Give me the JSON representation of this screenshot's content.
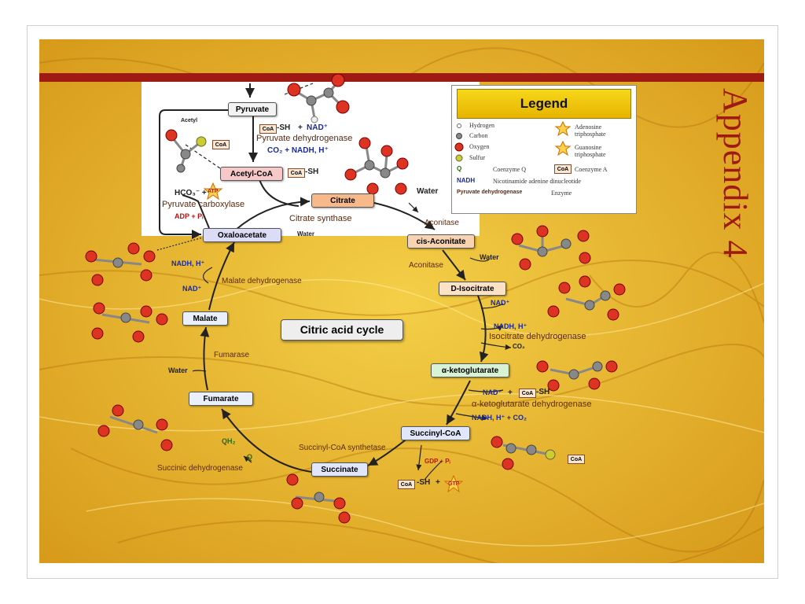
{
  "slide": {
    "title": "Appendix 4"
  },
  "colors": {
    "accent": "#a01a14",
    "background_texture": "#eab82a",
    "legend_title_bg": "#f0c81a"
  },
  "diagram": {
    "center_title": "Citric acid cycle",
    "acetyl_label": "Acetyl",
    "nodes": {
      "pyruvate": "Pyruvate",
      "acetyl_coa": "Acetyl-CoA",
      "citrate": "Citrate",
      "cis_aconitate": "cis-Aconitate",
      "d_isocitrate": "D-Isocitrate",
      "alpha_ketoglutarate": "α-ketoglutarate",
      "succinyl_coa": "Succinyl-CoA",
      "succinate": "Succinate",
      "fumarate": "Fumarate",
      "malate": "Malate",
      "oxaloacetate": "Oxaloacetate"
    },
    "enzymes": {
      "pyruvate_dehydrogenase": "Pyruvate dehydrogenase",
      "pyruvate_carboxylase": "Pyruvate carboxylase",
      "citrate_synthase": "Citrate synthase",
      "aconitase_1": "Aconitase",
      "aconitase_2": "Aconitase",
      "isocitrate_dehydrogenase": "Isocitrate dehydrogenase",
      "akg_dehydrogenase": "α-ketoglutarate dehydrogenase",
      "succinyl_coa_synthetase": "Succinyl-CoA synthetase",
      "succinic_dehydrogenase": "Succinic dehydrogenase",
      "fumarase": "Fumarase",
      "malate_dehydrogenase": "Malate dehydrogenase"
    },
    "cofactors": {
      "coa": "CoA",
      "sh": "-SH",
      "nad_plus": "NAD⁺",
      "nadh_h": "NADH, H⁺",
      "co2_nadh": "CO₂ + NADH, H⁺",
      "hco3": "HCO₃⁻ +",
      "atp": "ATP",
      "adp_pi": "ADP + Pᵢ",
      "water": "Water",
      "co2": "CO₂",
      "nadh_h_co2": "NADH, H⁺ + CO₂",
      "gdp_pi": "GDP + Pᵢ",
      "gtp": "GTP",
      "qh2": "QH₂",
      "q": "Q",
      "plus": "+"
    }
  },
  "legend": {
    "title": "Legend",
    "hydrogen": "Hydrogen",
    "carbon": "Carbon",
    "oxygen": "Oxygen",
    "sulfur": "Sulfur",
    "q_symbol": "Q",
    "coenzyme_q": "Coenzyme Q",
    "nadh_symbol": "NADH",
    "nadh_desc": "Nicotinamide adenine dinucleotide",
    "enzyme_example": "Pyruvate dehydrogenase",
    "enzyme_desc": "Enzyme",
    "atp_desc": "Adenosine triphosphate",
    "gtp_desc": "Guanosine triphosphate",
    "coa_symbol": "CoA",
    "coa_desc": "Coenzyme A"
  }
}
